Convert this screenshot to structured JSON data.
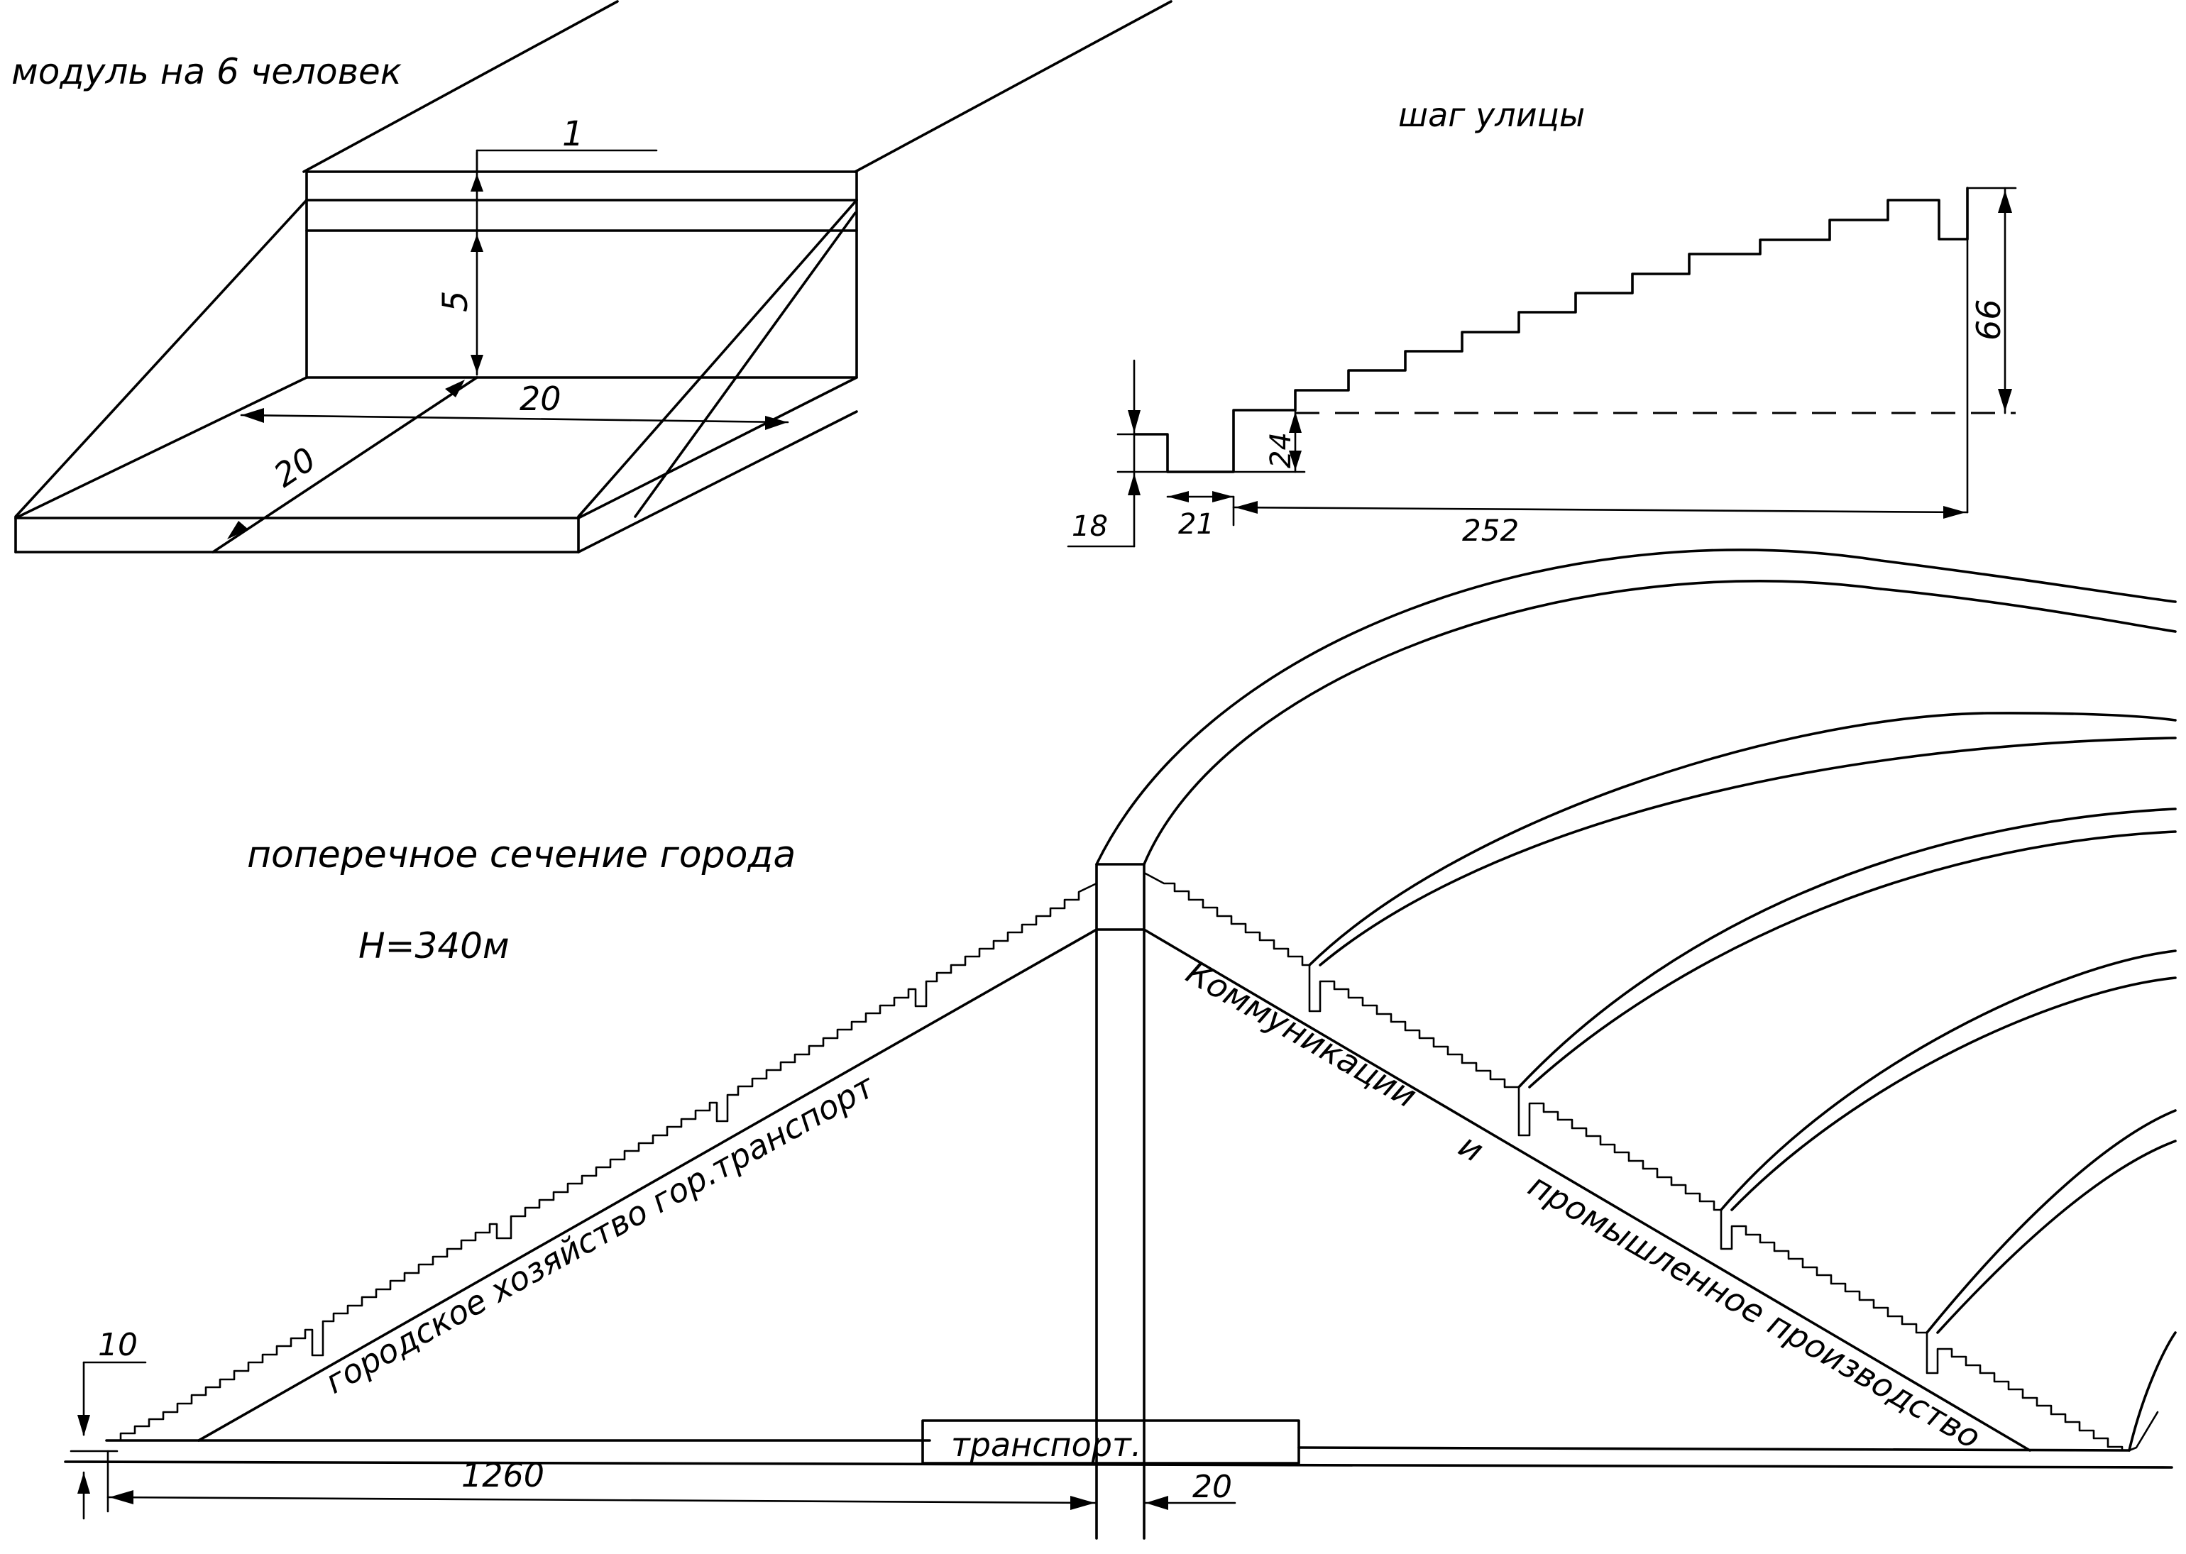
{
  "module": {
    "title": "модуль на 6 человек",
    "dim_top": "1",
    "dim_height": "5",
    "dim_length": "20",
    "dim_width": "20"
  },
  "street": {
    "title": "шаг улицы",
    "dim_step_height": "18",
    "dim_step_width": "21",
    "dim_rise": "24",
    "dim_run": "252",
    "dim_total_height": "66"
  },
  "section": {
    "title": "поперечное сечение города",
    "height_label": "H=340м",
    "left_slope_label": "городское хозяйство гор.транспорт",
    "right_slope_label_1": "Коммуникации",
    "right_slope_label_2": "и",
    "right_slope_label_3": "промышленное производство",
    "transport_label": "транспорт.",
    "dim_base_step": "10",
    "dim_half_width": "1260",
    "dim_core": "20"
  }
}
